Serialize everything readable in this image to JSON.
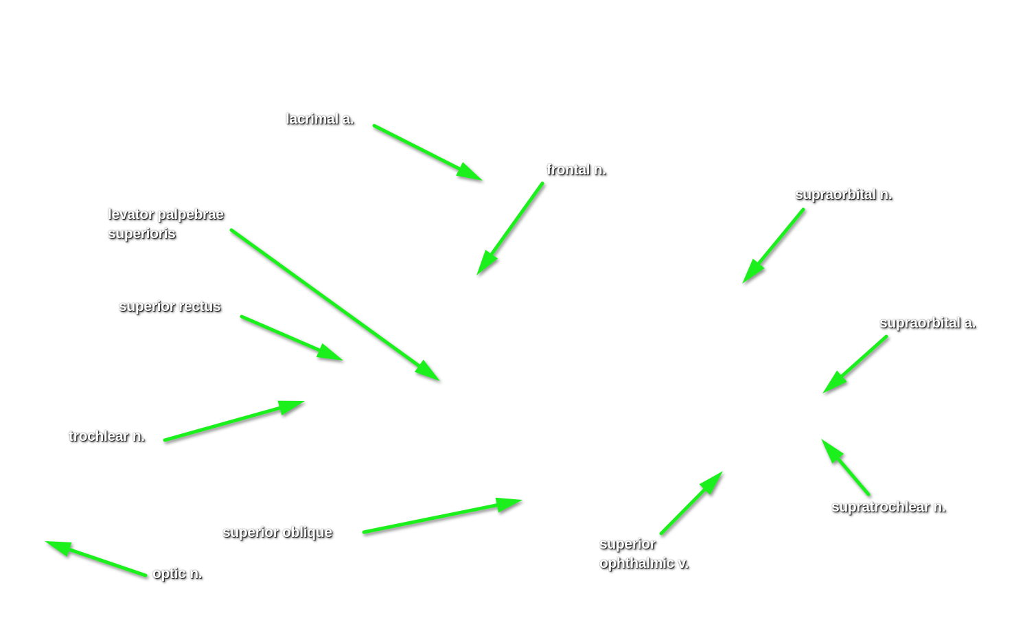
{
  "colors": {
    "background": "#ffffff",
    "arrow": "#1ff01f",
    "label_text": "#ffffff",
    "label_shadow": "#000000"
  },
  "labels": {
    "lacrimal_a": "lacrimal a.",
    "frontal_n": "frontal n.",
    "supraorbital_n": "supraorbital n.",
    "levator_palpebrae_superioris": "levator palpebrae\nsuperioris",
    "superior_rectus": "superior rectus",
    "supraorbital_a": "supraorbital a.",
    "trochlear_n": "trochlear n.",
    "supratrochlear_n": "supratrochlear n.",
    "superior_oblique": "superior oblique",
    "superior_ophthalmic_v": "superior\nophthalmic v.",
    "optic_n": "optic n."
  }
}
